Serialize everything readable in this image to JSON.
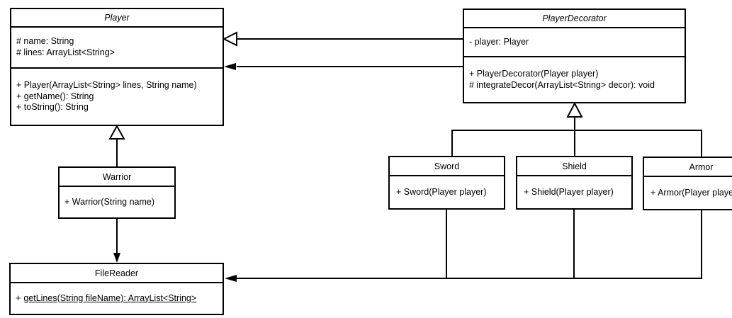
{
  "colors": {
    "stroke": "#000000",
    "background": "#ffffff",
    "text": "#000000"
  },
  "classes": {
    "player": {
      "name": "Player",
      "stereotype": "abstract",
      "fields": [
        "# name: String",
        "# lines: ArrayList<String>"
      ],
      "methods": [
        "+ Player(ArrayList<String> lines, String name)",
        "+ getName(): String",
        "+ toString(): String"
      ]
    },
    "playerDecorator": {
      "name": "PlayerDecorator",
      "stereotype": "abstract",
      "fields": [
        "- player: Player"
      ],
      "methods": [
        "+ PlayerDecorator(Player player)",
        "# integrateDecor(ArrayList<String> decor): void"
      ]
    },
    "warrior": {
      "name": "Warrior",
      "methods": [
        "+ Warrior(String name)"
      ]
    },
    "fileReader": {
      "name": "FileReader",
      "static_method": {
        "visibility": "+",
        "signature": "getLines(String fileName): ArrayList<String>"
      }
    },
    "sword": {
      "name": "Sword",
      "methods": [
        "+ Sword(Player player)"
      ]
    },
    "shield": {
      "name": "Shield",
      "methods": [
        "+ Shield(Player player)"
      ]
    },
    "armor": {
      "name": "Armor",
      "methods": [
        "+ Armor(Player player)"
      ]
    }
  },
  "relationships": [
    {
      "type": "generalization",
      "from": "PlayerDecorator",
      "to": "Player"
    },
    {
      "type": "association",
      "from": "PlayerDecorator",
      "to": "Player"
    },
    {
      "type": "generalization",
      "from": "Warrior",
      "to": "Player"
    },
    {
      "type": "association",
      "from": "Warrior",
      "to": "FileReader"
    },
    {
      "type": "generalization",
      "from": "Sword",
      "to": "PlayerDecorator"
    },
    {
      "type": "generalization",
      "from": "Shield",
      "to": "PlayerDecorator"
    },
    {
      "type": "generalization",
      "from": "Armor",
      "to": "PlayerDecorator"
    },
    {
      "type": "association",
      "from": "Sword",
      "to": "FileReader"
    },
    {
      "type": "association",
      "from": "Shield",
      "to": "FileReader"
    },
    {
      "type": "association",
      "from": "Armor",
      "to": "FileReader"
    }
  ]
}
